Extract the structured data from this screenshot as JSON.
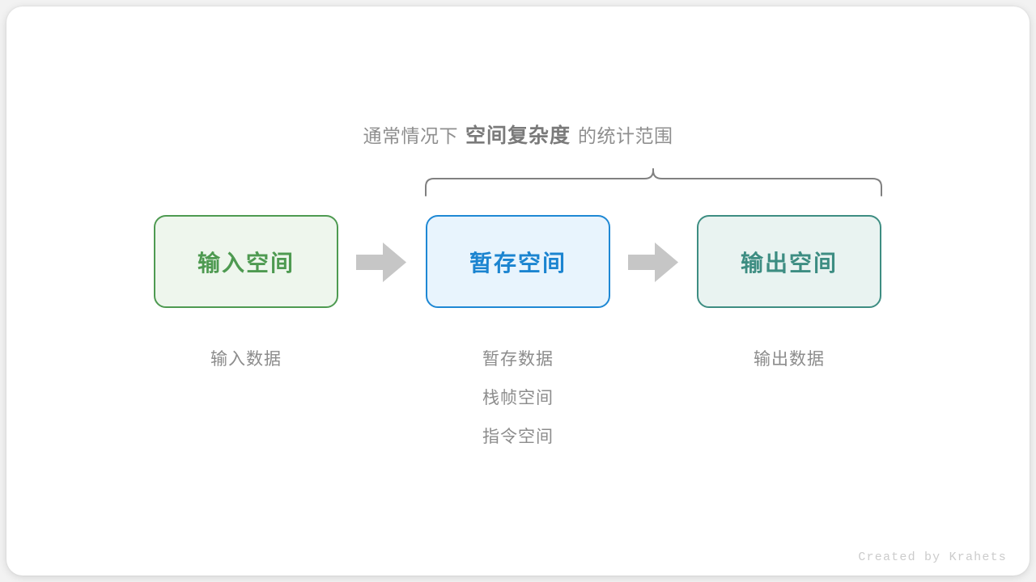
{
  "heading": {
    "prefix": "通常情况下",
    "emphasis": "空间复杂度",
    "suffix": "的统计范围"
  },
  "boxes": [
    {
      "label": "输入空间",
      "color": "#4e9a51",
      "fill": "#eef6ed",
      "name": "input-space"
    },
    {
      "label": "暂存空间",
      "color": "#1e88d4",
      "fill": "#e8f4fd",
      "name": "temp-space"
    },
    {
      "label": "输出空间",
      "color": "#3d8d82",
      "fill": "#e9f3f1",
      "name": "output-space"
    }
  ],
  "captions": {
    "input": [
      "输入数据"
    ],
    "temp": [
      "暂存数据",
      "栈帧空间",
      "指令空间"
    ],
    "output": [
      "输出数据"
    ]
  },
  "arrows": {
    "color": "#c6c6c6",
    "icon": "right-arrow-icon"
  },
  "brace": {
    "color": "#808080",
    "icon": "curly-brace-icon",
    "covers": [
      "暂存空间",
      "输出空间"
    ]
  },
  "footer": {
    "credit": "Created by Krahets"
  }
}
